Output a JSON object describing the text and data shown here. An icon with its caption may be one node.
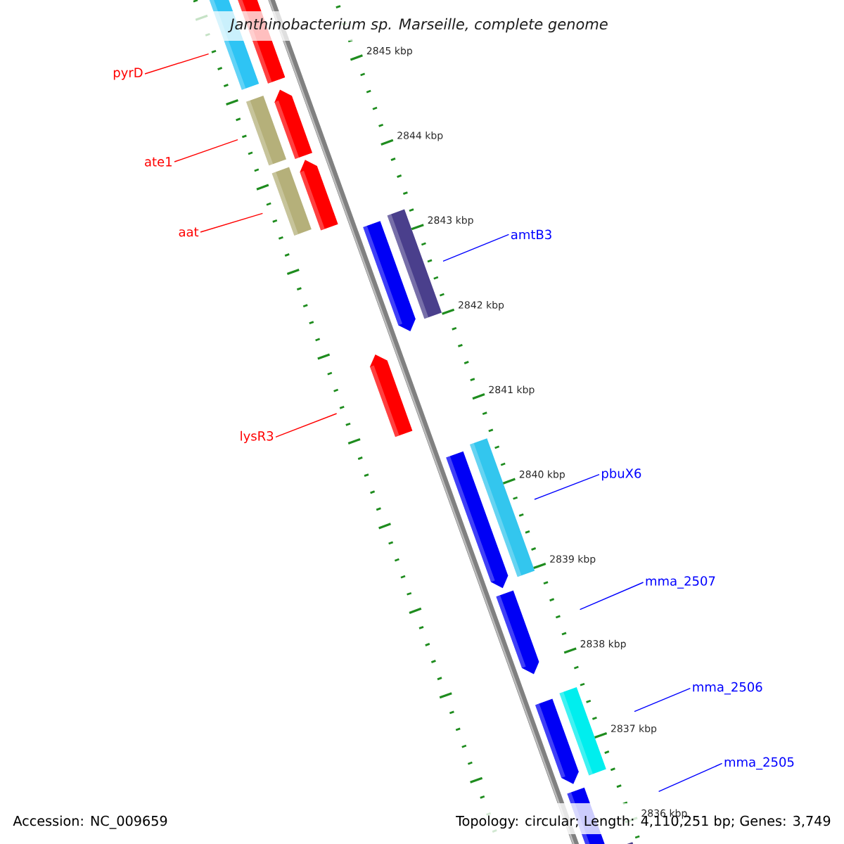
{
  "diagram": {
    "title": "Janthinobacterium sp. Marseille, complete genome",
    "nodes": [
      {
        "text": [
          "pyrD"
        ]
      },
      {
        "text": [
          "ate1"
        ]
      },
      {
        "text": [
          "aat"
        ]
      },
      {
        "text": [
          "lysR3"
        ]
      },
      {
        "text": [
          "amtB3"
        ]
      },
      {
        "text": [
          "pbuX6"
        ]
      },
      {
        "text": [
          "mma_2507"
        ]
      },
      {
        "text": [
          "mma_2506"
        ]
      },
      {
        "text": [
          "mma_2505"
        ]
      }
    ],
    "edges": [
      {
        "from": 0,
        "to": null,
        "arrow": "none",
        "color": "#ff0000"
      },
      {
        "from": 1,
        "to": null,
        "arrow": "none",
        "color": "#ff0000"
      },
      {
        "from": 2,
        "to": null,
        "arrow": "none",
        "color": "#ff0000"
      },
      {
        "from": 3,
        "to": null,
        "arrow": "none",
        "color": "#ff0000"
      },
      {
        "from": 4,
        "to": null,
        "arrow": "none"
      },
      {
        "from": 5,
        "to": null,
        "arrow": "none"
      },
      {
        "from": 6,
        "to": null,
        "arrow": "none"
      },
      {
        "from": 7,
        "to": null,
        "arrow": "none"
      },
      {
        "from": 8,
        "to": null,
        "arrow": "none"
      }
    ],
    "labels": [
      "2845 kbp",
      "2844 kbp",
      "2843 kbp",
      "2842 kbp",
      "2841 kbp",
      "2840 kbp",
      "2839 kbp",
      "2838 kbp",
      "2837 kbp",
      "2836 kbp",
      "Accession: NC_009659",
      "Topology: circular; Length: 4,110,251 bp; Genes: 3,749"
    ]
  }
}
